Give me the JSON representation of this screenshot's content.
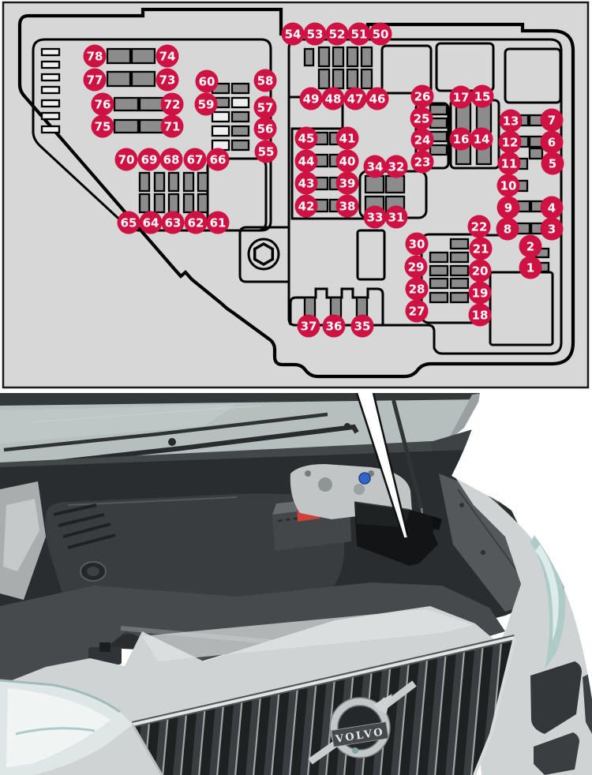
{
  "diagram": {
    "panel_background": "#d7d7d7",
    "marker_color": "#ce1243",
    "marker_text_color": "#ffffff",
    "fuse_fill": "#8c8c8c",
    "empty_fuse_fill": "#efefef",
    "markers": [
      [
        78,
        120,
        71
      ],
      [
        74,
        212,
        71
      ],
      [
        77,
        120,
        101
      ],
      [
        73,
        212,
        101
      ],
      [
        76,
        130,
        132
      ],
      [
        72,
        218,
        132
      ],
      [
        75,
        130,
        160
      ],
      [
        71,
        218,
        160
      ],
      [
        60,
        262,
        103
      ],
      [
        58,
        336,
        102
      ],
      [
        59,
        261,
        132
      ],
      [
        57,
        336,
        136
      ],
      [
        56,
        336,
        163
      ],
      [
        55,
        337,
        192
      ],
      [
        70,
        160,
        202
      ],
      [
        69,
        189,
        202
      ],
      [
        68,
        217,
        202
      ],
      [
        67,
        247,
        202
      ],
      [
        66,
        276,
        202
      ],
      [
        65,
        163,
        282
      ],
      [
        64,
        191,
        282
      ],
      [
        63,
        219,
        282
      ],
      [
        62,
        248,
        282
      ],
      [
        61,
        276,
        282
      ],
      [
        54,
        371,
        43
      ],
      [
        53,
        399,
        43
      ],
      [
        52,
        427,
        43
      ],
      [
        51,
        455,
        43
      ],
      [
        50,
        482,
        43
      ],
      [
        49,
        394,
        125
      ],
      [
        48,
        422,
        125
      ],
      [
        47,
        450,
        125
      ],
      [
        46,
        478,
        125
      ],
      [
        45,
        388,
        175
      ],
      [
        41,
        440,
        175
      ],
      [
        44,
        388,
        204
      ],
      [
        40,
        440,
        204
      ],
      [
        43,
        388,
        232
      ],
      [
        39,
        440,
        232
      ],
      [
        42,
        388,
        261
      ],
      [
        38,
        440,
        261
      ],
      [
        34,
        475,
        211
      ],
      [
        32,
        502,
        211
      ],
      [
        33,
        475,
        275
      ],
      [
        31,
        502,
        275
      ],
      [
        26,
        535,
        122
      ],
      [
        25,
        534,
        150
      ],
      [
        24,
        535,
        177
      ],
      [
        23,
        535,
        205
      ],
      [
        17,
        584,
        123
      ],
      [
        15,
        611,
        122
      ],
      [
        16,
        584,
        176
      ],
      [
        14,
        610,
        176
      ],
      [
        13,
        647,
        153
      ],
      [
        12,
        646,
        180
      ],
      [
        11,
        645,
        207
      ],
      [
        10,
        644,
        235
      ],
      [
        9,
        644,
        263
      ],
      [
        8,
        643,
        290
      ],
      [
        7,
        699,
        152
      ],
      [
        6,
        699,
        180
      ],
      [
        5,
        700,
        207
      ],
      [
        4,
        699,
        263
      ],
      [
        3,
        699,
        290
      ],
      [
        22,
        607,
        287
      ],
      [
        2,
        672,
        312
      ],
      [
        1,
        672,
        339
      ],
      [
        30,
        528,
        309
      ],
      [
        29,
        527,
        338
      ],
      [
        28,
        528,
        366
      ],
      [
        27,
        528,
        394
      ],
      [
        21,
        609,
        315
      ],
      [
        20,
        608,
        343
      ],
      [
        19,
        608,
        371
      ],
      [
        18,
        608,
        399
      ],
      [
        37,
        391,
        413
      ],
      [
        36,
        423,
        413
      ],
      [
        35,
        459,
        413
      ]
    ],
    "fuses": [
      [
        53,
        62,
        22,
        8,
        "w"
      ],
      [
        53,
        78,
        22,
        8,
        "w"
      ],
      [
        53,
        94,
        22,
        8,
        "w"
      ],
      [
        53,
        110,
        22,
        8,
        "w"
      ],
      [
        53,
        127,
        22,
        8,
        "w"
      ],
      [
        53,
        143,
        22,
        8,
        "w"
      ],
      [
        53,
        160,
        22,
        8,
        "w"
      ],
      [
        136,
        62,
        29,
        18,
        "g"
      ],
      [
        167,
        62,
        29,
        18,
        "g"
      ],
      [
        136,
        91,
        29,
        18,
        "g"
      ],
      [
        167,
        91,
        29,
        18,
        "g"
      ],
      [
        145,
        124,
        30,
        16,
        "g"
      ],
      [
        177,
        124,
        30,
        16,
        "g"
      ],
      [
        145,
        152,
        30,
        16,
        "g"
      ],
      [
        177,
        152,
        30,
        16,
        "g"
      ],
      [
        269,
        106,
        21,
        12,
        "g"
      ],
      [
        294,
        106,
        21,
        12,
        "g"
      ],
      [
        269,
        124,
        21,
        12,
        "g"
      ],
      [
        294,
        124,
        21,
        12,
        "w"
      ],
      [
        269,
        142,
        21,
        12,
        "w"
      ],
      [
        294,
        142,
        21,
        12,
        "g"
      ],
      [
        269,
        160,
        21,
        12,
        "w"
      ],
      [
        294,
        160,
        21,
        12,
        "g"
      ],
      [
        269,
        178,
        21,
        12,
        "w"
      ],
      [
        294,
        178,
        21,
        12,
        "g"
      ],
      [
        177,
        219,
        12,
        23,
        "g"
      ],
      [
        196,
        219,
        12,
        23,
        "g"
      ],
      [
        214,
        219,
        12,
        23,
        "g"
      ],
      [
        233,
        219,
        12,
        23,
        "g"
      ],
      [
        251,
        219,
        12,
        23,
        "g"
      ],
      [
        177,
        246,
        12,
        23,
        "g"
      ],
      [
        196,
        246,
        12,
        23,
        "g"
      ],
      [
        214,
        246,
        12,
        23,
        "g"
      ],
      [
        233,
        246,
        12,
        23,
        "g"
      ],
      [
        251,
        246,
        12,
        23,
        "g"
      ],
      [
        386,
        62,
        11,
        21,
        "g"
      ],
      [
        404,
        60,
        13,
        24,
        "g"
      ],
      [
        422,
        60,
        13,
        24,
        "g"
      ],
      [
        440,
        60,
        13,
        24,
        "g"
      ],
      [
        458,
        60,
        13,
        24,
        "g"
      ],
      [
        404,
        88,
        13,
        24,
        "g"
      ],
      [
        422,
        88,
        13,
        24,
        "g"
      ],
      [
        440,
        88,
        13,
        24,
        "g"
      ],
      [
        458,
        88,
        13,
        24,
        "g"
      ],
      [
        396,
        168,
        19,
        15,
        "g"
      ],
      [
        418,
        168,
        19,
        15,
        "g"
      ],
      [
        396,
        196,
        19,
        15,
        "g"
      ],
      [
        418,
        196,
        19,
        15,
        "g"
      ],
      [
        396,
        225,
        19,
        15,
        "g"
      ],
      [
        418,
        225,
        19,
        15,
        "g"
      ],
      [
        396,
        253,
        19,
        15,
        "g"
      ],
      [
        418,
        253,
        19,
        15,
        "g"
      ],
      [
        463,
        223,
        23,
        21,
        "g"
      ],
      [
        489,
        223,
        23,
        21,
        "g"
      ],
      [
        463,
        249,
        23,
        21,
        "g"
      ],
      [
        489,
        249,
        23,
        21,
        "g"
      ],
      [
        545,
        133,
        21,
        12,
        "g"
      ],
      [
        545,
        150,
        21,
        12,
        "g"
      ],
      [
        545,
        167,
        21,
        12,
        "g"
      ],
      [
        545,
        184,
        21,
        12,
        "g"
      ],
      [
        578,
        131,
        18,
        36,
        "g"
      ],
      [
        604,
        131,
        18,
        36,
        "g"
      ],
      [
        578,
        172,
        18,
        36,
        "g"
      ],
      [
        604,
        172,
        18,
        36,
        "g"
      ],
      [
        653,
        146,
        16,
        13,
        "g"
      ],
      [
        671,
        146,
        16,
        13,
        "g"
      ],
      [
        653,
        173,
        16,
        13,
        "g"
      ],
      [
        671,
        173,
        16,
        13,
        "g"
      ],
      [
        652,
        201,
        16,
        13,
        "g"
      ],
      [
        671,
        188,
        16,
        13,
        "g"
      ],
      [
        652,
        229,
        16,
        13,
        "g"
      ],
      [
        655,
        255,
        16,
        13,
        "g"
      ],
      [
        673,
        255,
        16,
        13,
        "g"
      ],
      [
        655,
        283,
        16,
        13,
        "g"
      ],
      [
        673,
        283,
        16,
        13,
        "g"
      ],
      [
        679,
        315,
        16,
        11,
        "g"
      ],
      [
        679,
        333,
        16,
        11,
        "g"
      ],
      [
        545,
        320,
        22,
        12,
        "g"
      ],
      [
        545,
        337,
        22,
        12,
        "g"
      ],
      [
        545,
        353,
        22,
        12,
        "g"
      ],
      [
        545,
        371,
        22,
        12,
        "g"
      ],
      [
        571,
        303,
        22,
        12,
        "g"
      ],
      [
        571,
        320,
        22,
        12,
        "g"
      ],
      [
        571,
        337,
        22,
        12,
        "g"
      ],
      [
        571,
        353,
        22,
        12,
        "g"
      ],
      [
        571,
        371,
        22,
        12,
        "g"
      ],
      [
        386,
        377,
        13,
        28,
        "g"
      ],
      [
        419,
        377,
        13,
        28,
        "g"
      ],
      [
        452,
        377,
        13,
        28,
        "g"
      ]
    ]
  },
  "photo": {
    "emblem_text": "VOLVO",
    "colors": {
      "headlight_teal": "#aecbc8",
      "battery_cap_red": "#cd4238",
      "washer_cap_blue": "#3166c4",
      "body_silver": "#cfd3d3",
      "windshield_glass": "#b5bfbd",
      "bay_dark": "#2a2d2f"
    }
  }
}
